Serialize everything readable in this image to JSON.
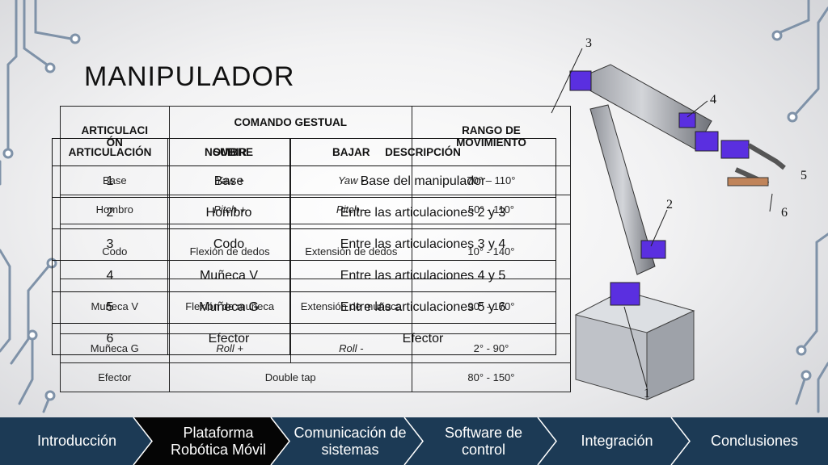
{
  "slide": {
    "title": "MANIPULADOR"
  },
  "table_gestures": {
    "headers": {
      "col1a": "ARTICULACI",
      "col1b": "ÓN",
      "col2": "COMANDO GESTUAL",
      "col2a": "SUBIR",
      "col2b": "BAJAR",
      "col3a": "RANGO DE",
      "col3b": "MOVIMIENTO"
    },
    "rows": [
      {
        "joint": "Base",
        "up": "Yaw +",
        "down": "Yaw -",
        "range": "70° – 110°"
      },
      {
        "joint": "Hombro",
        "up": "Pitch +",
        "down": "Pitch -",
        "range": "50° - 110°"
      },
      {
        "joint": "Codo",
        "up": "Flexión de dedos",
        "down": "Extensión de dedos",
        "range": "10° - 140°"
      },
      {
        "joint": "Muñeca V",
        "up": "Flexión de muñeca",
        "down": "Extensión de muñeca",
        "range": "90° - 170°"
      },
      {
        "joint": "Muñeca G",
        "up": "Roll +",
        "down": "Roll -",
        "range": "2° - 90°"
      },
      {
        "joint": "Efector",
        "gesture": "Double tap",
        "range": "80° - 150°"
      }
    ]
  },
  "table_joints": {
    "headers": {
      "col1": "ARTICULACIÓN",
      "col2": "NOMBRE",
      "col3": "DESCRIPCIÓN"
    },
    "rows": [
      {
        "num": "1",
        "name": "Base",
        "desc": "Base del manipulador"
      },
      {
        "num": "2",
        "name": "Hombro",
        "desc": "Entre las articulaciones 2 y 3"
      },
      {
        "num": "3",
        "name": "Codo",
        "desc": "Entre las articulaciones 3 y 4"
      },
      {
        "num": "4",
        "name": "Muñeca V",
        "desc": "Entre las articulaciones 4 y 5"
      },
      {
        "num": "5",
        "name": "Muñeca G",
        "desc": "Entre las articulaciones 5 y 6"
      },
      {
        "num": "6",
        "name": "Efector",
        "desc": "Efector"
      }
    ]
  },
  "robot_labels": [
    "1",
    "2",
    "3",
    "4",
    "5",
    "6"
  ],
  "nav": {
    "items": [
      {
        "label": "Introducción"
      },
      {
        "label": "Plataforma Robótica Móvil"
      },
      {
        "label": "Comunicación de sistemas"
      },
      {
        "label": "Software de control"
      },
      {
        "label": "Integración"
      },
      {
        "label": "Conclusiones"
      }
    ],
    "active_index": 1,
    "colors": {
      "bar": "#1c3a55",
      "active": "#050505"
    }
  }
}
